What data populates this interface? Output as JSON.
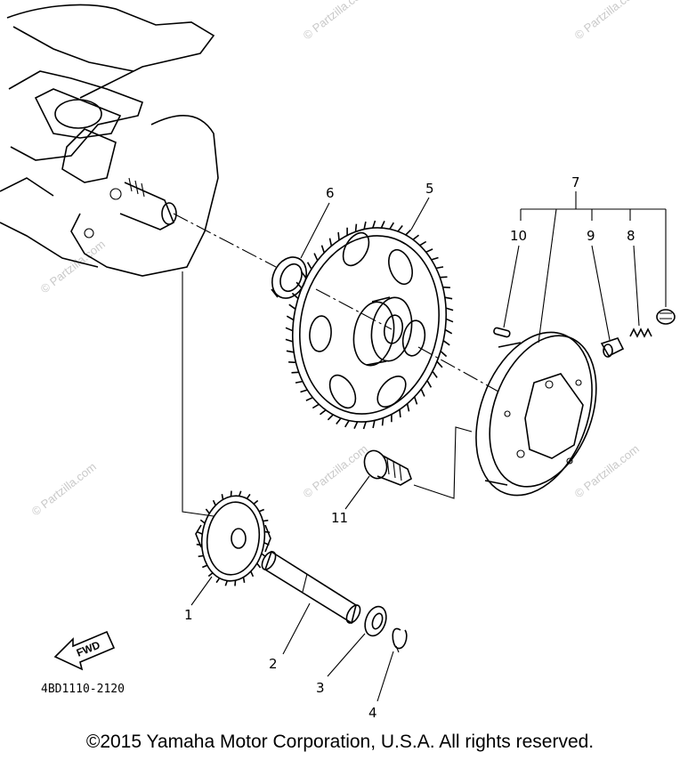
{
  "watermark": "© Partzilla.com",
  "drawing_code": "4BD1110-2120",
  "fwd_label": "FWD",
  "copyright": "©2015  Yamaha Motor Corporation, U.S.A. All rights reserved.",
  "callouts": {
    "c1": "1",
    "c2": "2",
    "c3": "3",
    "c4": "4",
    "c5": "5",
    "c6": "6",
    "c7": "7",
    "c8": "8",
    "c9": "9",
    "c10": "10",
    "c11": "11"
  }
}
